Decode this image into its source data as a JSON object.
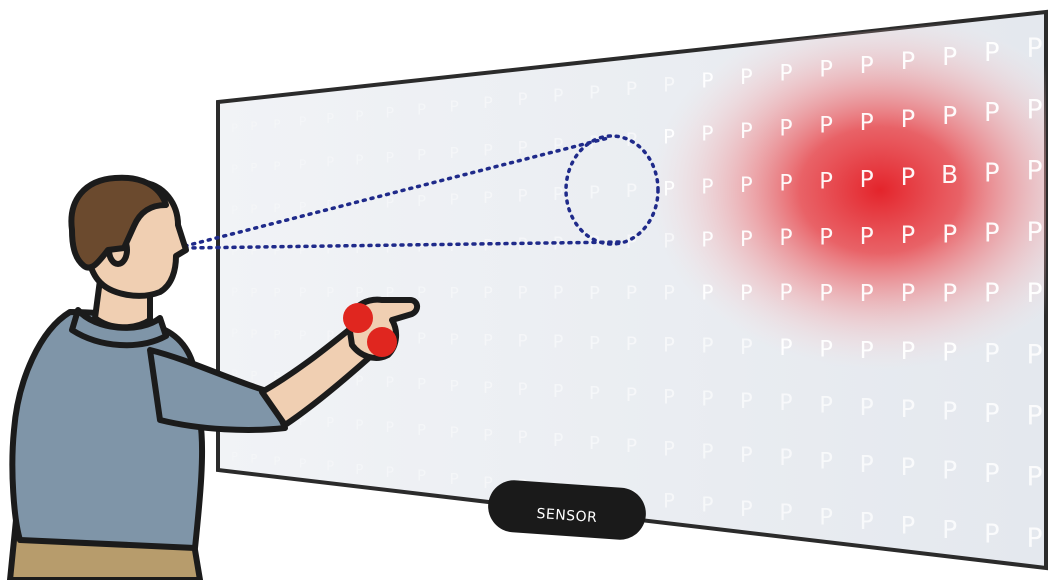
{
  "screen": {
    "letter_fill": "P",
    "target_letter": "B"
  },
  "sensor": {
    "label": "SENSOR"
  },
  "colors": {
    "screen_bg": "#e9edf2",
    "screen_border": "#2b2b2b",
    "highlight": "#e4242b",
    "gaze_line": "#1f2a8a",
    "shirt": "#7f95a8",
    "skin": "#f0cfb2",
    "hair": "#6b4a2e",
    "finger_dots": "#e0261f"
  },
  "icons": {
    "person": "person-pointing-icon",
    "gaze": "gaze-cone-icon"
  }
}
